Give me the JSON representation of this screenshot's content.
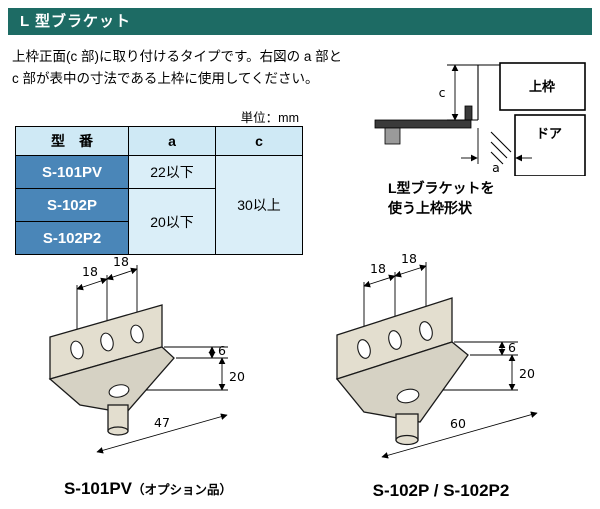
{
  "header": {
    "title": "L 型ブラケット"
  },
  "intro": {
    "line1": "上枠正面(c 部)に取り付けるタイプです。右図の a 部と",
    "line2": "c 部が表中の寸法である上枠に使用してください。"
  },
  "table": {
    "unit_label": "単位：mm",
    "headers": [
      "型　番",
      "a",
      "c"
    ],
    "rows": [
      {
        "model": "S-101PV",
        "a": "22以下",
        "c": "30以上"
      },
      {
        "model": "S-102P",
        "a": "20以下"
      },
      {
        "model": "S-102P2"
      }
    ]
  },
  "frame_diagram": {
    "upper_frame_label": "上枠",
    "door_label": "ドア",
    "dim_c": "c",
    "dim_a": "a",
    "caption": [
      "L型ブラケットを",
      "使う上枠形状"
    ]
  },
  "bracket_left": {
    "dims": [
      "18",
      "18",
      "6",
      "20",
      "47"
    ],
    "caption": "S-101PV",
    "caption_note": "（オプション品）"
  },
  "bracket_right": {
    "dims": [
      "18",
      "18",
      "6",
      "20",
      "60"
    ],
    "caption": "S-102P / S-102P2"
  },
  "colors": {
    "title_bar_bg": "#1d6b64",
    "title_bar_text": "#ffffff",
    "table_header_bg": "#cfe9f5",
    "table_model_bg": "#4a86b8",
    "table_value_bg": "#daeef8",
    "metal_fill": "#e3decf"
  }
}
